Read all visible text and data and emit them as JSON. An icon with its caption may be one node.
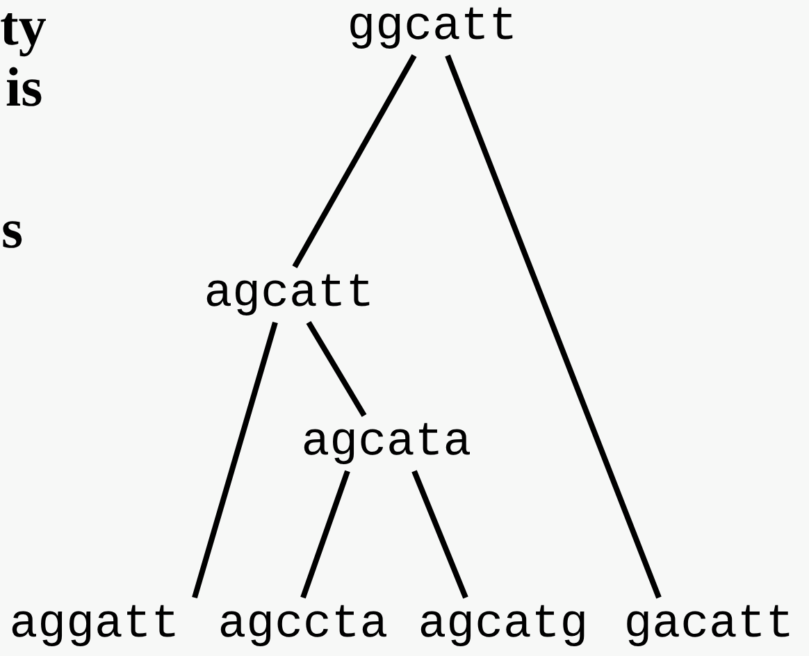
{
  "diagram": {
    "nodes": [
      {
        "text": [
          "ggcatt"
        ]
      },
      {
        "text": [
          "agcatt"
        ]
      },
      {
        "text": [
          "agcata"
        ]
      },
      {
        "text": [
          "aggatt"
        ]
      },
      {
        "text": [
          "agccta"
        ]
      },
      {
        "text": [
          "agcatg"
        ]
      },
      {
        "text": [
          "gacatt"
        ]
      }
    ],
    "edges": [
      {
        "from": 0,
        "to": 1,
        "arrow": "none"
      },
      {
        "from": 0,
        "to": 6,
        "arrow": "none"
      },
      {
        "from": 1,
        "to": 3,
        "arrow": "none"
      },
      {
        "from": 1,
        "to": 2,
        "arrow": "none"
      },
      {
        "from": 2,
        "to": 4,
        "arrow": "none"
      },
      {
        "from": 2,
        "to": 5,
        "arrow": "none"
      }
    ],
    "labels": [
      "ty",
      "is",
      "s"
    ]
  }
}
